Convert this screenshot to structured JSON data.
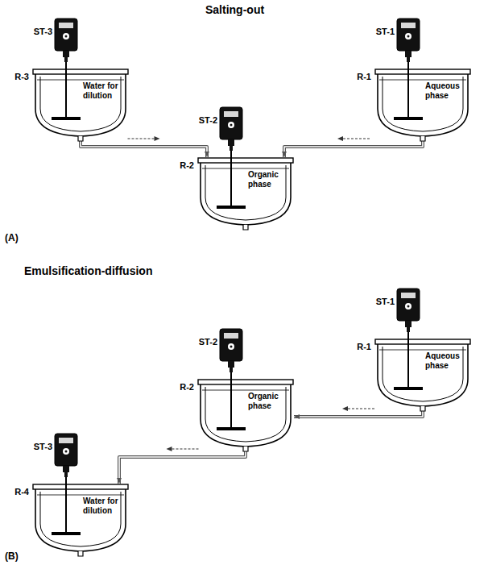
{
  "diagram": {
    "nodes": [
      {
        "text": [
          "ST-3",
          "R-3",
          "Water for dilution"
        ]
      },
      {
        "text": [
          "ST-2",
          "R-2",
          "Organic phase"
        ]
      },
      {
        "text": [
          "ST-1",
          "R-1",
          "Aqueous phase"
        ]
      },
      {
        "text": [
          "ST-1",
          "R-1",
          "Aqueous phase"
        ]
      },
      {
        "text": [
          "ST-2",
          "R-2",
          "Organic phase"
        ]
      },
      {
        "text": [
          "ST-3",
          "R-4",
          "Water for dilution"
        ]
      }
    ],
    "edges": [
      {
        "from": 0,
        "to": 1,
        "arrow": "to"
      },
      {
        "from": 2,
        "to": 1,
        "arrow": "to"
      },
      {
        "from": 3,
        "to": 4,
        "arrow": "to"
      },
      {
        "from": 4,
        "to": 5,
        "arrow": "to"
      }
    ],
    "labels": [
      "Salting-out",
      "(A)",
      "Emulsification-diffusion",
      "(B)"
    ]
  }
}
